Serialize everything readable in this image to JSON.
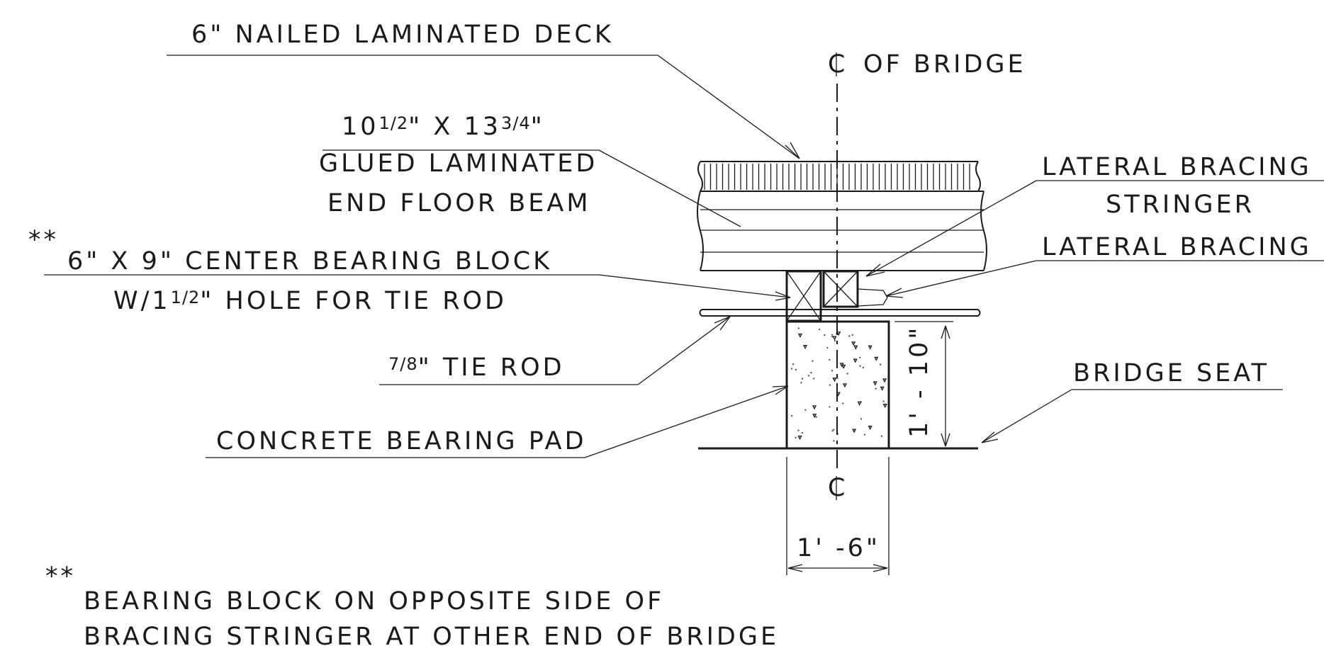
{
  "labels": {
    "deck": "6\" NAILED LAMINATED DECK",
    "centerline_bridge": "OF BRIDGE",
    "beam_size_a": "10",
    "beam_size_frac_a": "1/2",
    "beam_size_mid": "\" X 13",
    "beam_size_frac_b": "3/4",
    "beam_size_end": "\"",
    "beam_line2": "GLUED LAMINATED",
    "beam_line3": "END FLOOR BEAM",
    "lateral_bracing_stringer_1": "LATERAL BRACING",
    "lateral_bracing_stringer_2": "STRINGER",
    "lateral_bracing": "LATERAL BRACING",
    "block_stars": "**",
    "block_line1": "6\" X 9\" CENTER BEARING BLOCK",
    "block_line2_a": "W/1",
    "block_line2_frac": "1/2",
    "block_line2_b": "\" HOLE FOR TIE ROD",
    "tie_rod_frac": "7/8",
    "tie_rod_text": "\" TIE ROD",
    "bridge_seat": "BRIDGE SEAT",
    "concrete_pad": "CONCRETE BEARING PAD",
    "dim_height": "1' - 10\"",
    "dim_width": "1' -6\"",
    "note_stars": "**",
    "note_line1": "BEARING BLOCK ON OPPOSITE SIDE OF",
    "note_line2": "BRACING STRINGER AT OTHER END OF BRIDGE"
  },
  "symbols": {
    "centerline": "centerline-symbol"
  }
}
